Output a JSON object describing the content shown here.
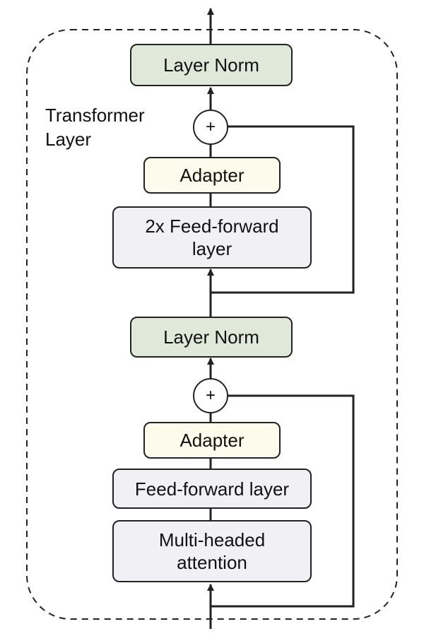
{
  "frame_label": [
    "Transformer",
    "Layer"
  ],
  "blocks": {
    "layer_norm_top": "Layer Norm",
    "adapter_top": "Adapter",
    "ff2x_line1": "2x Feed-forward",
    "ff2x_line2": "layer",
    "layer_norm_mid": "Layer Norm",
    "adapter_bottom": "Adapter",
    "ff": "Feed-forward layer",
    "mha_line1": "Multi-headed",
    "mha_line2": "attention"
  },
  "add_symbol": "+",
  "colors": {
    "layer_norm": "#dfe8d9",
    "adapter": "#fdfbeb",
    "compute": "#f1f0f4",
    "stroke": "#222222"
  }
}
